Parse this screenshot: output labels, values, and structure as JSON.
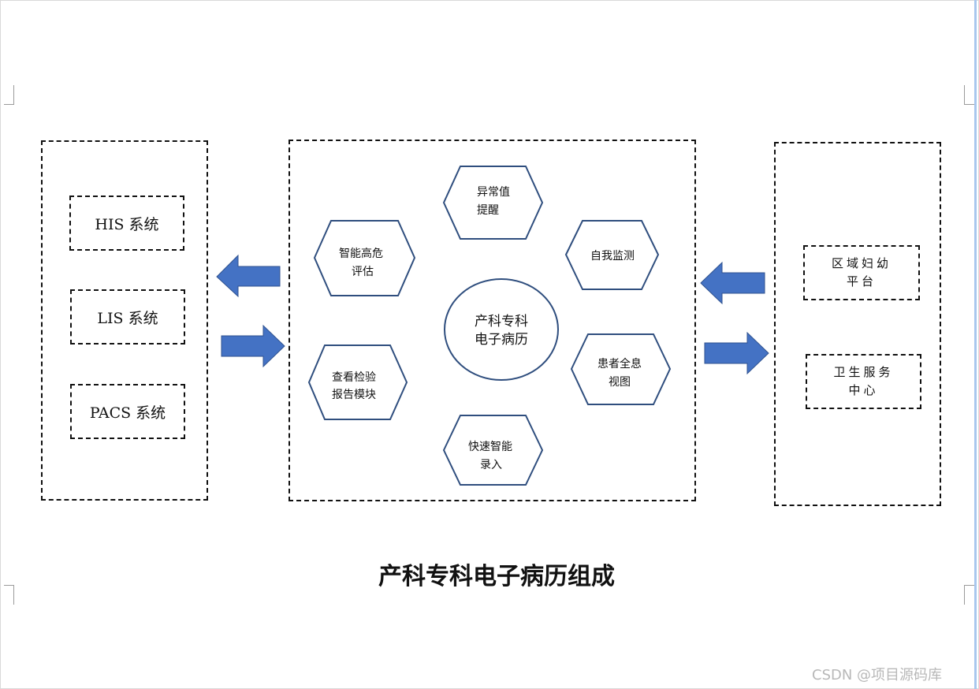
{
  "left_systems": [
    "HIS 系统",
    "LIS 系统",
    "PACS 系统"
  ],
  "center": {
    "circle": [
      "产科专科",
      "电子病历"
    ],
    "hexagons": {
      "top": [
        "异常值",
        "提醒"
      ],
      "upper_left": [
        "智能高危",
        "评估"
      ],
      "upper_right": [
        "自我监测"
      ],
      "lower_left": [
        "查看检验",
        "报告模块"
      ],
      "lower_right": [
        "患者全息",
        "视图"
      ],
      "bottom": [
        "快速智能",
        "录入"
      ]
    }
  },
  "right_platforms": [
    [
      "区域妇幼",
      "平台"
    ],
    [
      "卫生服务",
      "中心"
    ]
  ],
  "arrows": [
    "left",
    "right",
    "left",
    "right"
  ],
  "caption": "产科专科电子病历组成",
  "watermark": "CSDN @项目源码库",
  "colors": {
    "arrow_fill": "#4472c4",
    "shape_stroke": "#2f4e7e"
  }
}
